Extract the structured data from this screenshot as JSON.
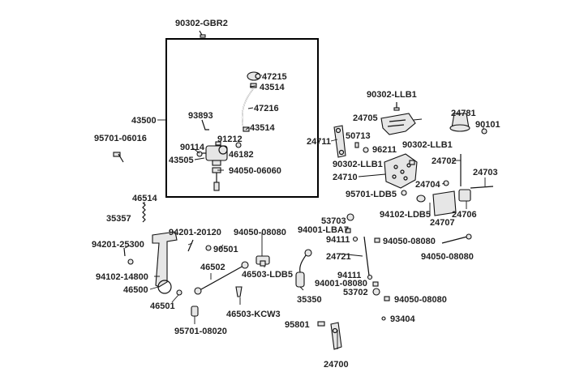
{
  "diagram": {
    "labels": {
      "p90302_gbr2": "90302-GBR2",
      "p47215": "47215",
      "p43514a": "43514",
      "p47216": "47216",
      "p43500": "43500",
      "p93893": "93893",
      "p43514b": "43514",
      "p91212": "91212",
      "p90114": "90114",
      "p46182": "46182",
      "p43505": "43505",
      "p94050_06060": "94050-06060",
      "p95701_06016": "95701-06016",
      "p90302_llb1a": "90302-LLB1",
      "p24705": "24705",
      "p24781": "24781",
      "p90101": "90101",
      "p50713": "50713",
      "p24711": "24711",
      "p96211": "96211",
      "p90302_llb1b": "90302-LLB1",
      "p24702": "24702",
      "p90302_llb1c": "90302-LLB1",
      "p24710": "24710",
      "p24703": "24703",
      "p24704": "24704",
      "p95701_ldb5": "95701-LDB5",
      "p94102_ldb5": "94102-LDB5",
      "p24706": "24706",
      "p24707": "24707",
      "p46514": "46514",
      "p35357": "35357",
      "p94201_20120": "94201-20120",
      "p94050_08080a": "94050-08080",
      "p53703": "53703",
      "p94001_lba7": "94001-LBA7",
      "p94201_25300": "94201-25300",
      "p90501": "90501",
      "p94111a": "94111",
      "p94050_08080b": "94050-08080",
      "p94050_08080c": "94050-08080",
      "p94102_14800": "94102-14800",
      "p46502": "46502",
      "p24721": "24721",
      "p46503_ldb5": "46503-LDB5",
      "p94111b": "94111",
      "p46500": "46500",
      "p94001_08080": "94001-08080",
      "p53702": "53702",
      "p35350": "35350",
      "p94050_08080d": "94050-08080",
      "p46501": "46501",
      "p46503_kcw3": "46503-KCW3",
      "p93404": "93404",
      "p95801": "95801",
      "p95701_08020": "95701-08020",
      "p24700": "24700"
    }
  }
}
